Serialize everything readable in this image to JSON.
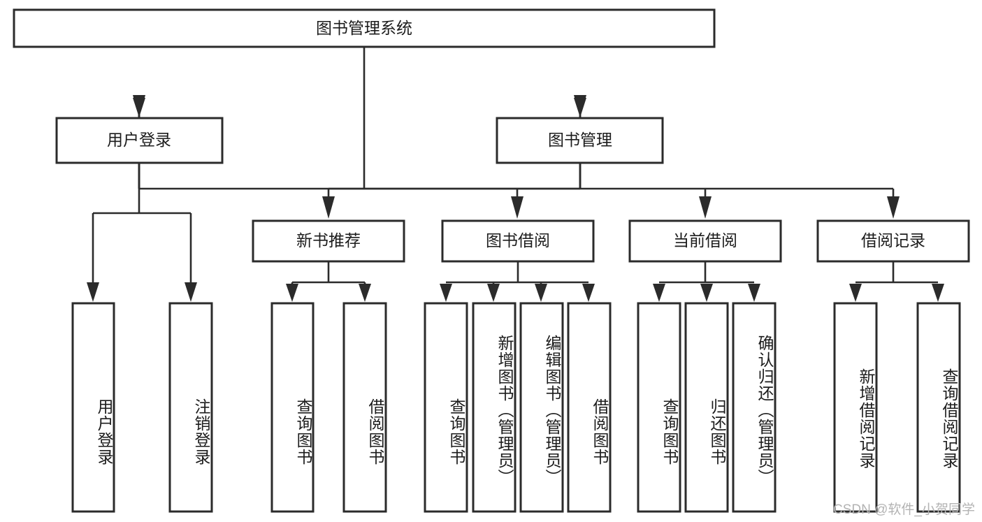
{
  "diagram": {
    "title": "图书管理系统",
    "type": "hierarchy-tree",
    "watermark": "CSDN @软件_小贺同学",
    "colors": {
      "box_fill": "#ffffff",
      "box_stroke": "#2b2b2b",
      "text": "#1c1c1c",
      "watermark": "#b3b3b3",
      "background": "#ffffff"
    },
    "root": {
      "label": "图书管理系统",
      "orientation": "horizontal"
    },
    "level2": [
      {
        "label": "用户登录",
        "orientation": "horizontal"
      },
      {
        "label": "图书管理",
        "orientation": "horizontal"
      }
    ],
    "level3": [
      {
        "label": "新书推荐",
        "orientation": "horizontal"
      },
      {
        "label": "图书借阅",
        "orientation": "horizontal"
      },
      {
        "label": "当前借阅",
        "orientation": "horizontal"
      },
      {
        "label": "借阅记录",
        "orientation": "horizontal"
      }
    ],
    "leaves": [
      {
        "label": "用户登录",
        "parent": "用户登录",
        "orientation": "vertical"
      },
      {
        "label": "注销登录",
        "parent": "用户登录",
        "orientation": "vertical"
      },
      {
        "label": "查询图书",
        "parent": "新书推荐",
        "orientation": "vertical"
      },
      {
        "label": "借阅图书",
        "parent": "新书推荐",
        "orientation": "vertical"
      },
      {
        "label": "查询图书",
        "parent": "图书借阅",
        "orientation": "vertical"
      },
      {
        "label": "新增图书（管理员）",
        "parent": "图书借阅",
        "orientation": "vertical"
      },
      {
        "label": "编辑图书（管理员）",
        "parent": "图书借阅",
        "orientation": "vertical"
      },
      {
        "label": "借阅图书",
        "parent": "图书借阅",
        "orientation": "vertical"
      },
      {
        "label": "查询图书",
        "parent": "当前借阅",
        "orientation": "vertical"
      },
      {
        "label": "归还图书",
        "parent": "当前借阅",
        "orientation": "vertical"
      },
      {
        "label": "确认归还（管理员）",
        "parent": "当前借阅",
        "orientation": "vertical"
      },
      {
        "label": "新增借阅记录",
        "parent": "借阅记录",
        "orientation": "vertical"
      },
      {
        "label": "查询借阅记录",
        "parent": "借阅记录",
        "orientation": "vertical"
      }
    ]
  }
}
